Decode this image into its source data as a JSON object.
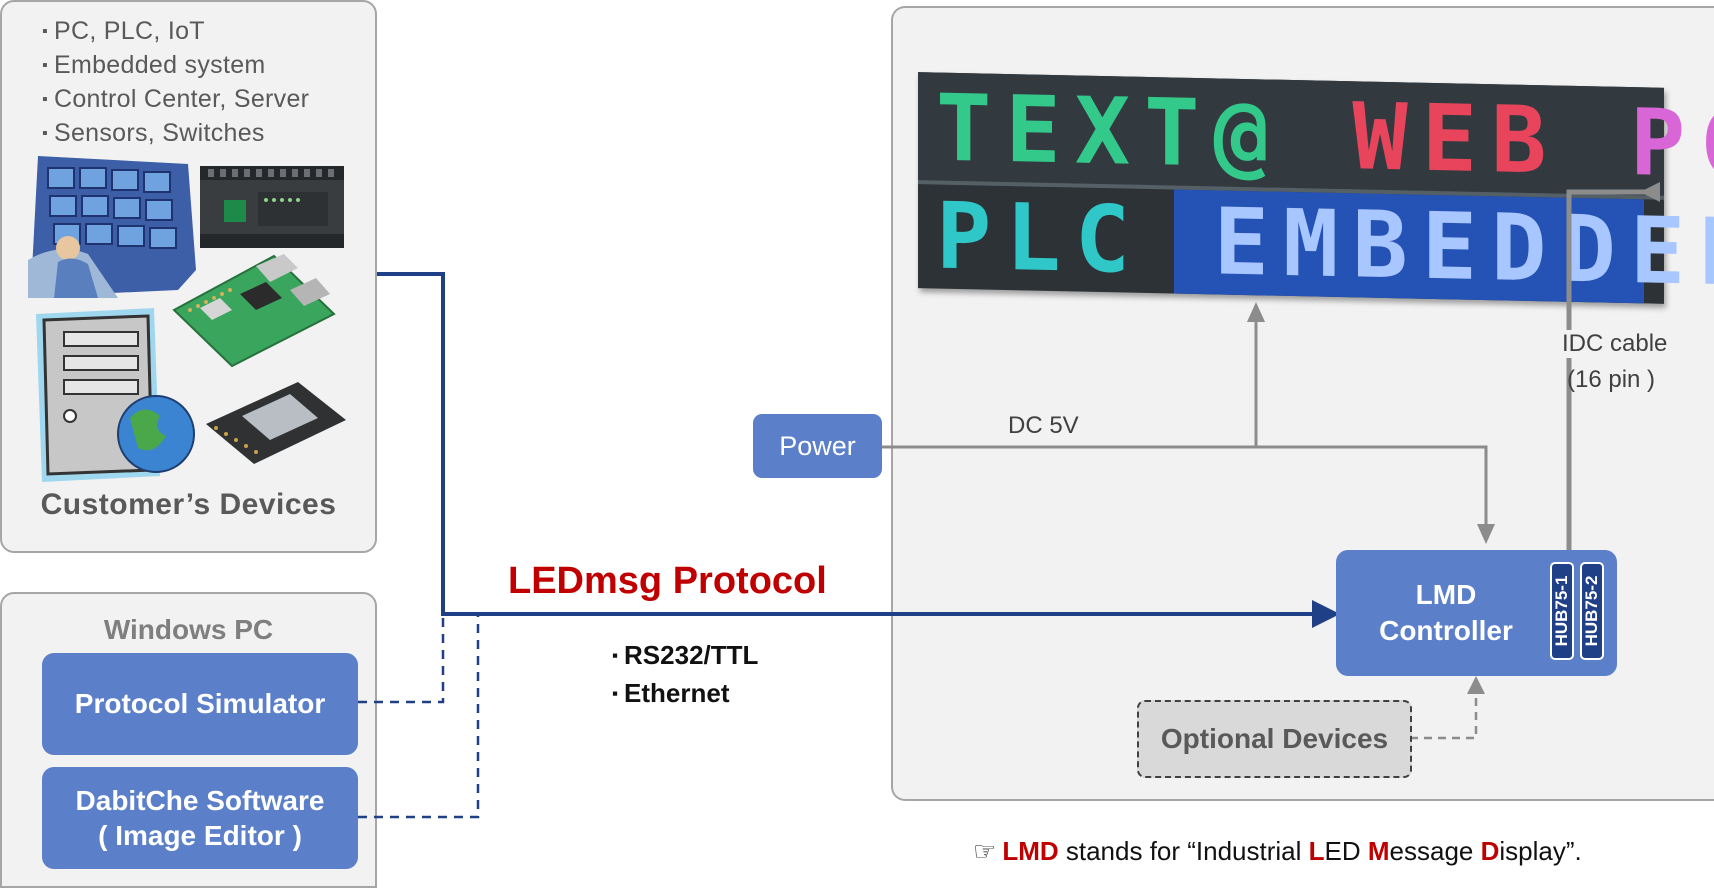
{
  "devices_panel": {
    "bullets": [
      "PC, PLC, IoT",
      "Embedded system",
      "Control Center, Server",
      "Sensors, Switches"
    ],
    "title": "Customer’s Devices"
  },
  "windows_panel": {
    "title": "Windows PC",
    "simulator": "Protocol Simulator",
    "editor_line1": "DabitChe Software",
    "editor_line2": "( Image Editor )"
  },
  "protocol": {
    "title": "LEDmsg Protocol",
    "interfaces": [
      "RS232/TTL",
      "Ethernet"
    ]
  },
  "power": {
    "label": "Power",
    "voltage": "DC 5V"
  },
  "display": {
    "row1": [
      {
        "text": "TEXT@",
        "color": "#33c98a"
      },
      {
        "text": "WEB",
        "color": "#e8455c"
      },
      {
        "text": "PC",
        "color": "#d966d6"
      }
    ],
    "row2": [
      {
        "text": "PLC",
        "color": "#2fc7c7"
      },
      {
        "text": "EMBEDDED",
        "color": "#a8c6ff"
      }
    ]
  },
  "cable": {
    "line1": "IDC cable",
    "line2": "(16 pin )"
  },
  "controller": {
    "line1": "LMD",
    "line2": "Controller",
    "ports": [
      "HUB75-1",
      "HUB75-2"
    ]
  },
  "optional": {
    "label": "Optional Devices"
  },
  "footnote": {
    "symbol": "☞",
    "acronym": "LMD",
    "text_a": " stands for “Industrial ",
    "l": "L",
    "text_b": "ED ",
    "m": "M",
    "text_c": "essage ",
    "d": "D",
    "text_d": "isplay”."
  },
  "colors": {
    "box_blue": "#5b7fc9",
    "navy": "#1f3f86",
    "accent_red": "#c00000",
    "gray_line": "#8c8c8c"
  }
}
